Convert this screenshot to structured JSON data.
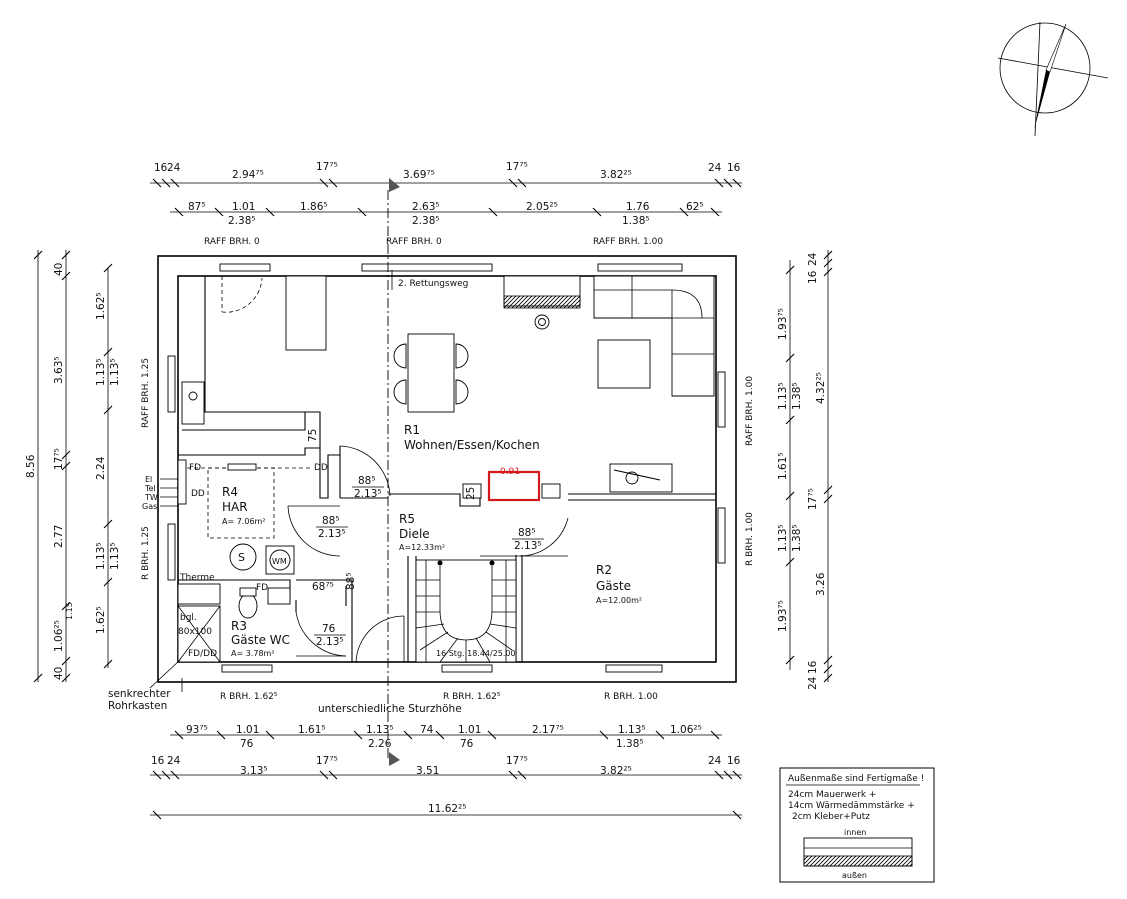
{
  "plan": {
    "dims_top_row1": [
      "16",
      "24",
      "2.94⁷⁵",
      "17⁷⁵",
      "3.69⁷⁵",
      "17⁷⁵",
      "3.82²⁵",
      "24",
      "16"
    ],
    "dims_top_row2": [
      "87⁵",
      "1.01",
      "2.38⁵",
      "1.86⁵",
      "2.63⁵",
      "2.38⁵",
      "2.05²⁵",
      "1.76",
      "1.38⁵",
      "62⁵"
    ],
    "dims_bottom_row1": [
      "93⁷⁵",
      "1.01",
      "76",
      "1.61⁵",
      "1.13⁵",
      "2.26",
      "74",
      "1.01",
      "76",
      "2.17⁷⁵",
      "1.13⁵",
      "1.38⁵",
      "1.06²⁵"
    ],
    "dims_bottom_row2": [
      "16",
      "24",
      "3.13⁵",
      "17⁷⁵",
      "3.51",
      "17⁷⁵",
      "3.82²⁵",
      "24",
      "16"
    ],
    "dim_total": "11.62²⁵",
    "dims_left_outer": "8.56",
    "dims_left_mid": [
      "40",
      "3.63⁵",
      "17⁷⁵",
      "2.77",
      "1.06²⁵",
      "40"
    ],
    "dims_left_inner": [
      "1.62⁵",
      "1.13⁵",
      "1.13⁵",
      "2.24",
      "1.13⁵",
      "1.13⁵",
      "1.62⁵",
      "1.15"
    ],
    "dims_right_outer": [
      "24",
      "16",
      "4.32²⁵",
      "17⁷⁵",
      "3.26",
      "16",
      "24"
    ],
    "dims_right_inner": [
      "1.93⁷⁵",
      "1.13⁵",
      "1.38⁵",
      "1.61⁵",
      "1.13⁵",
      "1.38⁵",
      "1.93⁷⁵"
    ],
    "window_labels_top": [
      "RAFF BRH. 0",
      "RAFF BRH. 0",
      "RAFF BRH. 1.00"
    ],
    "window_labels_left": [
      "RAFF BRH. 1.25",
      "R BRH. 1.25"
    ],
    "window_labels_right": [
      "RAFF BRH. 1.00",
      "R BRH. 1.00"
    ],
    "window_labels_bottom": [
      "R BRH. 1.62⁵",
      "R BRH. 1.62⁵",
      "R BRH. 1.00"
    ],
    "rettungsweg": "2. Rettungsweg",
    "rooms": {
      "r1": {
        "num": "R1",
        "name": "Wohnen/Essen/Kochen"
      },
      "r2": {
        "num": "R2",
        "name": "Gäste",
        "area": "A=12.00m²"
      },
      "r3": {
        "num": "R3",
        "name": "Gäste WC",
        "area": "A= 3.78m²"
      },
      "r4": {
        "num": "R4",
        "name": "HAR",
        "area": "A= 7.06m²"
      },
      "r5": {
        "num": "R5",
        "name": "Diele",
        "area": "A=12.33m²"
      }
    },
    "door_dims": [
      {
        "top": "88⁵",
        "bottom": "2.13⁵"
      },
      {
        "top": "88⁵",
        "bottom": "2.13⁵"
      },
      {
        "top": "88⁵",
        "bottom": "2.13⁵"
      },
      {
        "top": "76",
        "bottom": "2.13⁵"
      }
    ],
    "small_dims": [
      "75",
      "68⁷⁵",
      "88⁵",
      "25"
    ],
    "fixtures": {
      "fd": "FD",
      "dd": "DD",
      "s": "S",
      "wm": "WM",
      "therme": "Therme",
      "shower": "bgl.",
      "shower_size": "80x100",
      "fd_dd": "FD/DD",
      "stairs": "16 Stg. 18.44/25.00",
      "chimney": "0.91"
    },
    "utility_labels": [
      "El",
      "Tel",
      "TW",
      "Gas"
    ],
    "annotations": {
      "senkrecht": "senkrechter",
      "rohrkasten": "Rohrkasten",
      "sturz": "unterschiedliche Sturzhöhe"
    },
    "legend": {
      "title": "Außenmaße sind Fertigmaße !",
      "line1": "24cm Mauerwerk +",
      "line2": "14cm Wärmedämmstärke +",
      "line3": "2cm Kleber+Putz",
      "inside": "innen",
      "outside": "außen"
    }
  }
}
